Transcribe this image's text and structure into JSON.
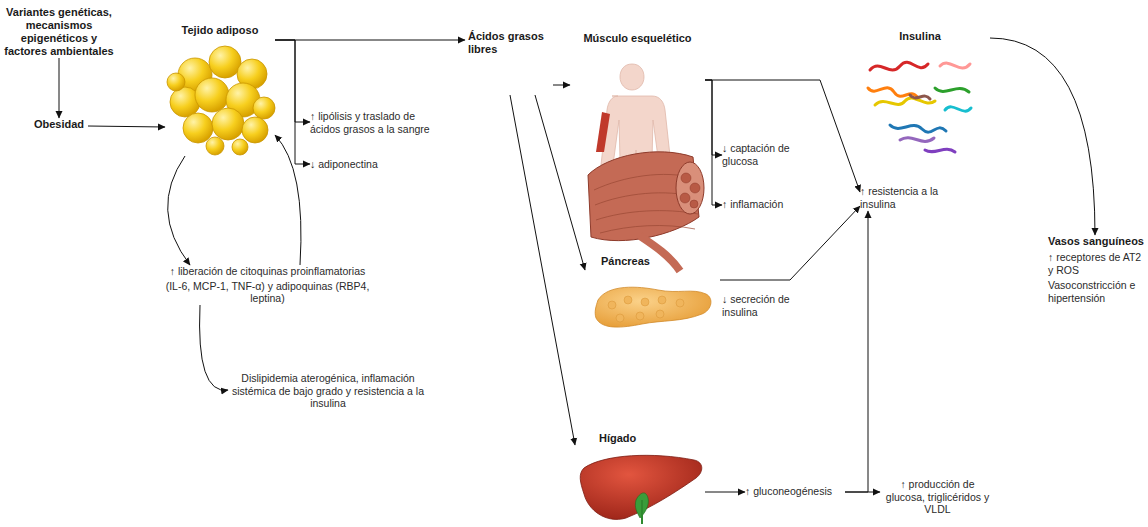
{
  "diagram": {
    "nodes": [
      {
        "text": [
          "Variantes genéticas, mecanismos epigenéticos y factores ambientales"
        ]
      },
      {
        "text": [
          "Obesidad"
        ]
      },
      {
        "text": [
          "Tejido adiposo"
        ]
      },
      {
        "text": [
          "↑ lipólisis y traslado de ácidos grasos a la sangre"
        ]
      },
      {
        "text": [
          "↓ adiponectina"
        ]
      },
      {
        "text": [
          "Ácidos grasos libres"
        ]
      },
      {
        "text": [
          "Músculo esquelético"
        ]
      },
      {
        "text": [
          "↓ captación de glucosa"
        ]
      },
      {
        "text": [
          "↑ inflamación"
        ]
      },
      {
        "text": [
          "Insulina"
        ]
      },
      {
        "text": [
          "↑ resistencia a la insulina"
        ]
      },
      {
        "text": [
          "Vasos sanguíneos",
          "↑ receptores de AT2 y ROS",
          "Vasoconstricción e hipertensión"
        ]
      },
      {
        "text": [
          "Páncreas"
        ]
      },
      {
        "text": [
          "↑ liberación de citoquinas proinflamatorias",
          "(IL-6, MCP-1, TNF-α) y adipoquinas (RBP4, leptina)"
        ]
      },
      {
        "text": [
          "Dislipidemia aterogénica, inflamación sistémica de bajo grado y resistencia a la insulina"
        ]
      },
      {
        "text": [
          "Hígado"
        ]
      },
      {
        "text": [
          "↑ gluconeogénesis"
        ]
      },
      {
        "text": [
          "↑ producción de glucosa, triglicéridos y VLDL"
        ]
      }
    ],
    "edges": [
      {
        "from": 0,
        "to": 1,
        "arrow": "to"
      },
      {
        "from": 1,
        "to": 2,
        "arrow": "to"
      },
      {
        "from": 2,
        "to": 5,
        "arrow": "to"
      },
      {
        "from": 2,
        "to": 3,
        "arrow": "to"
      },
      {
        "from": 2,
        "to": 4,
        "arrow": "to"
      },
      {
        "from": 2,
        "to": 13,
        "arrow": "to"
      },
      {
        "from": 13,
        "to": 2,
        "arrow": "to"
      },
      {
        "from": 13,
        "to": 14,
        "arrow": "to"
      },
      {
        "from": 5,
        "to": 6,
        "arrow": "to"
      },
      {
        "from": 5,
        "to": 12,
        "arrow": "to"
      },
      {
        "from": 5,
        "to": 15,
        "arrow": "to"
      },
      {
        "from": 6,
        "to": 7,
        "arrow": "to"
      },
      {
        "from": 6,
        "to": 8,
        "arrow": "to"
      },
      {
        "from": 6,
        "to": 10,
        "arrow": "to"
      },
      {
        "from": 12,
        "to": 10,
        "arrow": "to"
      },
      {
        "from": 15,
        "to": 16,
        "arrow": "to"
      },
      {
        "from": 16,
        "to": 17,
        "arrow": "to"
      },
      {
        "from": 16,
        "to": 10,
        "arrow": "to"
      },
      {
        "from": 9,
        "to": 11,
        "arrow": "to"
      }
    ],
    "labels": [
      "↓ secreción de insulina"
    ]
  }
}
